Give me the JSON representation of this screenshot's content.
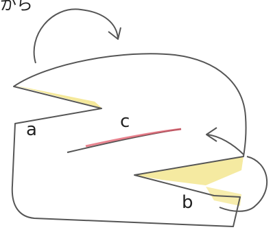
{
  "labels": {
    "top": "から",
    "a": "a",
    "b": "b",
    "c": "c"
  },
  "colors": {
    "outline": "#555555",
    "highlight": "#f3e58a",
    "cut_line": "#e05a6a",
    "ink": "#222222"
  }
}
